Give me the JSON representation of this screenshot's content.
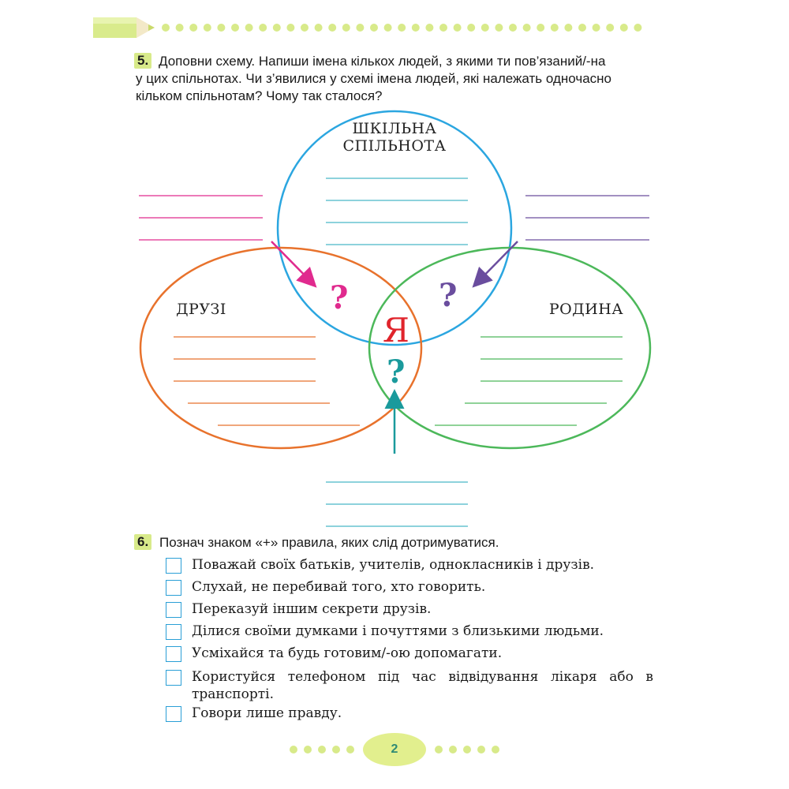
{
  "task5": {
    "number": "5.",
    "lines": [
      "Доповни схему. Напиши імена кількох людей, з якими ти пов’язаний/-на",
      "у цих спільнотах. Чи з’явилися у схемі імена людей, які належать одночасно",
      "кільком спільнотам? Чому так сталося?"
    ]
  },
  "venn": {
    "school_label_1": "ШКІЛЬНА",
    "school_label_2": "СПІЛЬНОТА",
    "friends_label": "ДРУЗІ",
    "family_label": "РОДИНА",
    "center_label": "Я",
    "question_mark": "?",
    "colors": {
      "school": "#2ba6e0",
      "friends": "#e8722c",
      "family": "#4cb85a",
      "pink": "#e02a8e",
      "purple": "#6a4d9e",
      "teal": "#1a9a9c",
      "red": "#e0242c"
    }
  },
  "task6": {
    "number": "6.",
    "instruction": "Познач знаком «+» правила, яких слід дотримуватися.",
    "rules": [
      "Поважай своїх батьків, учителів, однокласників і друзів.",
      "Слухай, не перебивай того, хто говорить.",
      "Переказуй іншим секрети друзів.",
      "Ділися своїми думками і почуттями з близькими людьми.",
      "Усміхайся та будь готовим/-ою допомагати.",
      "Користуйся телефоном під час відвідування лікаря або в транспорті.",
      "Говори лише правду."
    ]
  },
  "footer": {
    "page_number": "2"
  },
  "accent_color": "#d8ea8a"
}
